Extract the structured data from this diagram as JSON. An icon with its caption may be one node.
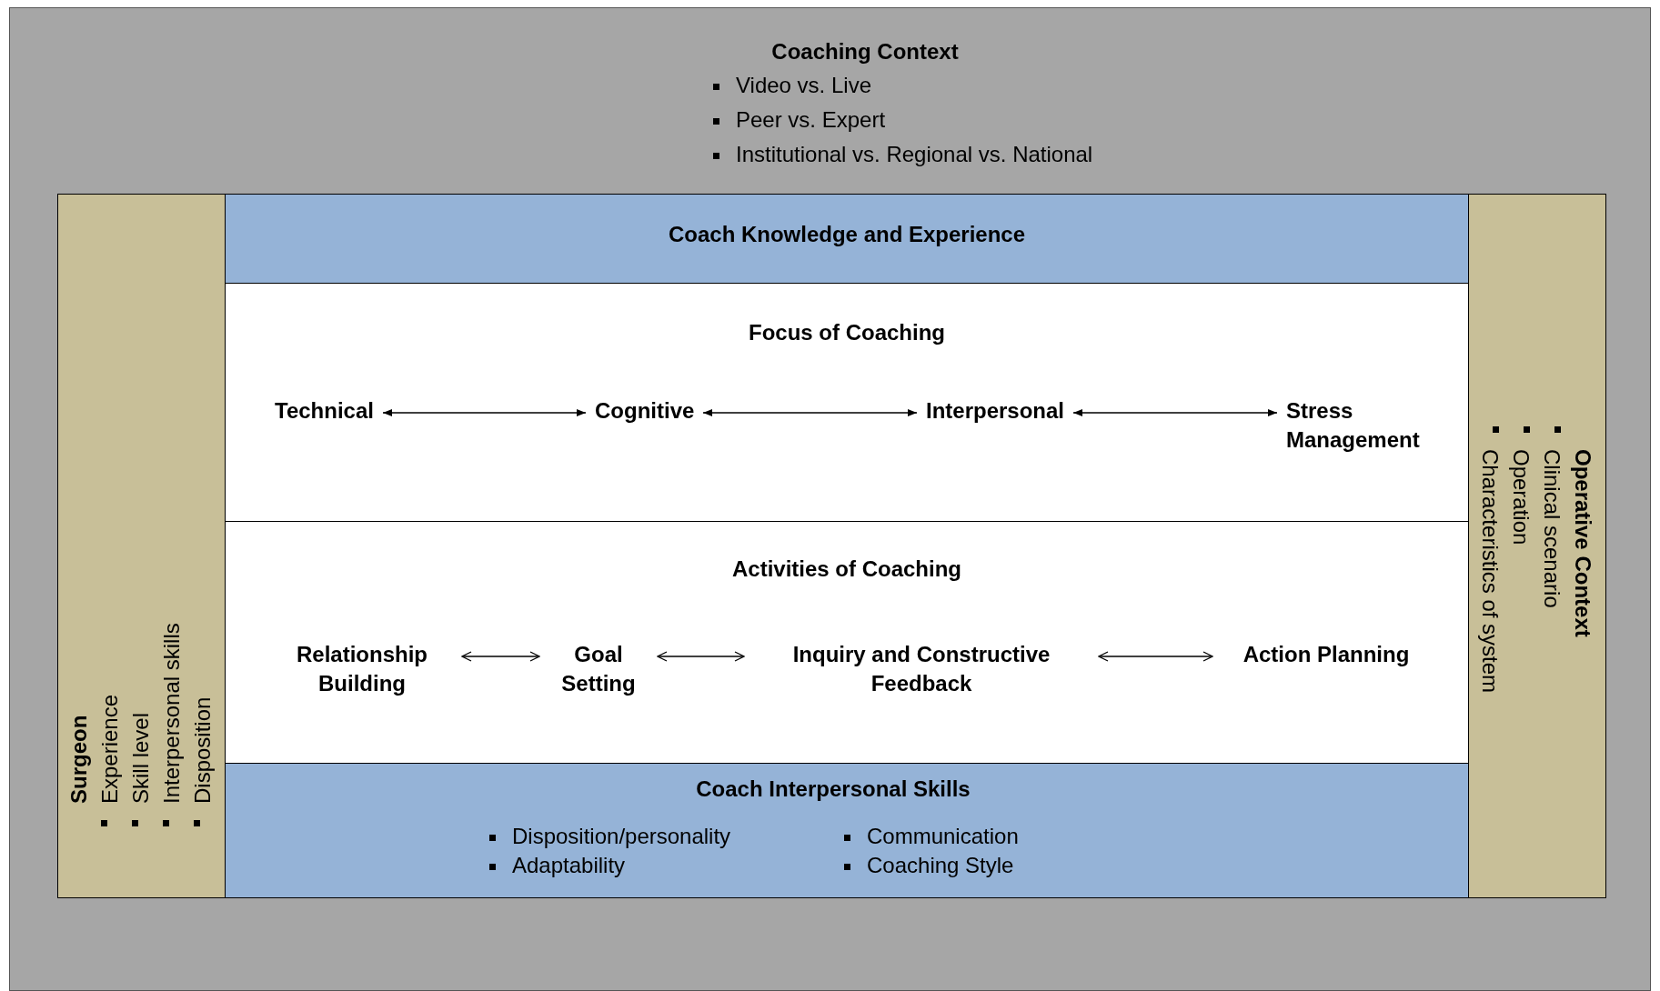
{
  "diagram": {
    "nodes": [
      {
        "text": [
          "Coaching Context",
          "Video vs. Live",
          "Peer vs. Expert",
          "Institutional vs. Regional vs. National"
        ]
      },
      {
        "text": [
          "Surgeon",
          "Experience",
          "Skill level",
          "Interpersonal skills",
          "Disposition"
        ],
        "in": 0
      },
      {
        "text": [
          "Coach Knowledge and Experience"
        ],
        "in": 0
      },
      {
        "text": [
          "Focus of Coaching"
        ],
        "in": 0
      },
      {
        "text": [
          "Technical"
        ],
        "in": 3
      },
      {
        "text": [
          "Cognitive"
        ],
        "in": 3
      },
      {
        "text": [
          "Interpersonal"
        ],
        "in": 3
      },
      {
        "text": [
          "Stress Management"
        ],
        "in": 3
      },
      {
        "text": [
          "Activities of Coaching"
        ],
        "in": 0
      },
      {
        "text": [
          "Relationship Building"
        ],
        "in": 8
      },
      {
        "text": [
          "Goal Setting"
        ],
        "in": 8
      },
      {
        "text": [
          "Inquiry and Constructive Feedback"
        ],
        "in": 8
      },
      {
        "text": [
          "Action Planning"
        ],
        "in": 8
      },
      {
        "text": [
          "Coach Interpersonal Skills",
          "Disposition/personality",
          "Communication",
          "Adaptability",
          "Coaching Style"
        ],
        "in": 0
      },
      {
        "text": [
          "Operative Context",
          "Clinical scenario",
          "Operation",
          "Characteristics of system"
        ],
        "in": 0
      }
    ],
    "edges": [
      {
        "from": 4,
        "to": 5,
        "arrow": "both"
      },
      {
        "from": 5,
        "to": 6,
        "arrow": "both"
      },
      {
        "from": 6,
        "to": 7,
        "arrow": "both"
      },
      {
        "from": 9,
        "to": 10,
        "arrow": "both"
      },
      {
        "from": 10,
        "to": 11,
        "arrow": "both"
      },
      {
        "from": 11,
        "to": 12,
        "arrow": "both"
      }
    ]
  }
}
